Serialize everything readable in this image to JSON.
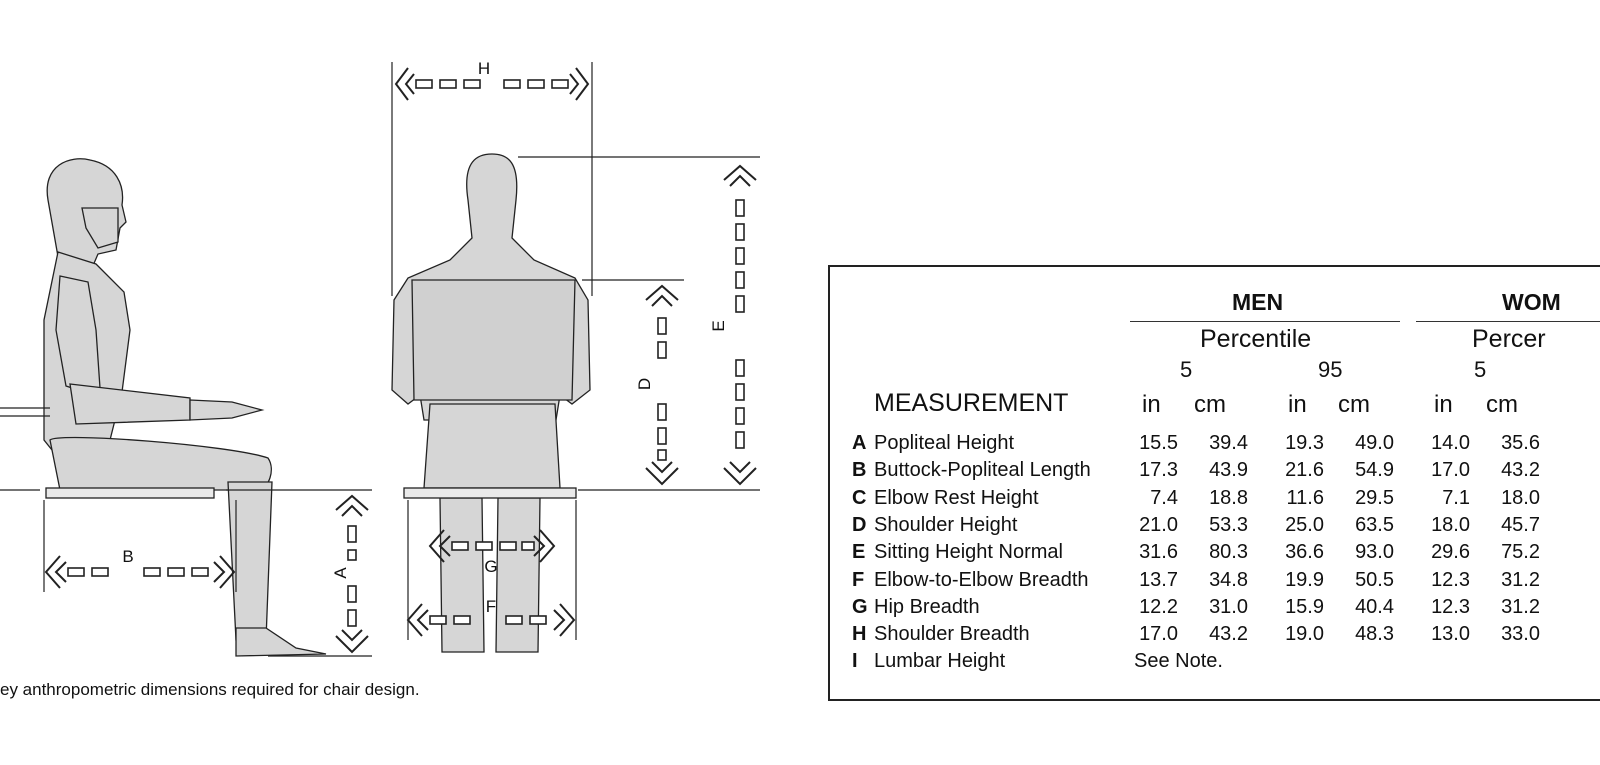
{
  "figure": {
    "dimension_labels": [
      "H",
      "E",
      "D",
      "B",
      "A",
      "G",
      "F"
    ],
    "caption": "ey anthropometric dimensions required for chair design."
  },
  "table": {
    "group_men": "MEN",
    "group_women": "WOM",
    "percentile_men": "Percentile",
    "percentile_women": "Percer",
    "pct_men_low": "5",
    "pct_men_high": "95",
    "pct_women_low": "5",
    "measurement_header": "MEASUREMENT",
    "units": [
      "in",
      "cm",
      "in",
      "cm",
      "in",
      "cm"
    ],
    "rows": [
      {
        "letter": "A",
        "name": "Popliteal Height",
        "values": [
          "15.5",
          "39.4",
          "19.3",
          "49.0",
          "14.0",
          "35.6"
        ]
      },
      {
        "letter": "B",
        "name": "Buttock-Popliteal Length",
        "values": [
          "17.3",
          "43.9",
          "21.6",
          "54.9",
          "17.0",
          "43.2"
        ]
      },
      {
        "letter": "C",
        "name": "Elbow Rest Height",
        "values": [
          "7.4",
          "18.8",
          "11.6",
          "29.5",
          "7.1",
          "18.0"
        ]
      },
      {
        "letter": "D",
        "name": "Shoulder Height",
        "values": [
          "21.0",
          "53.3",
          "25.0",
          "63.5",
          "18.0",
          "45.7"
        ]
      },
      {
        "letter": "E",
        "name": "Sitting Height Normal",
        "values": [
          "31.6",
          "80.3",
          "36.6",
          "93.0",
          "29.6",
          "75.2"
        ]
      },
      {
        "letter": "F",
        "name": "Elbow-to-Elbow Breadth",
        "values": [
          "13.7",
          "34.8",
          "19.9",
          "50.5",
          "12.3",
          "31.2"
        ]
      },
      {
        "letter": "G",
        "name": "Hip Breadth",
        "values": [
          "12.2",
          "31.0",
          "15.9",
          "40.4",
          "12.3",
          "31.2"
        ]
      },
      {
        "letter": "H",
        "name": "Shoulder Breadth",
        "values": [
          "17.0",
          "43.2",
          "19.0",
          "48.3",
          "13.0",
          "33.0"
        ]
      },
      {
        "letter": "I",
        "name": "Lumbar Height",
        "note": "See Note."
      }
    ]
  }
}
